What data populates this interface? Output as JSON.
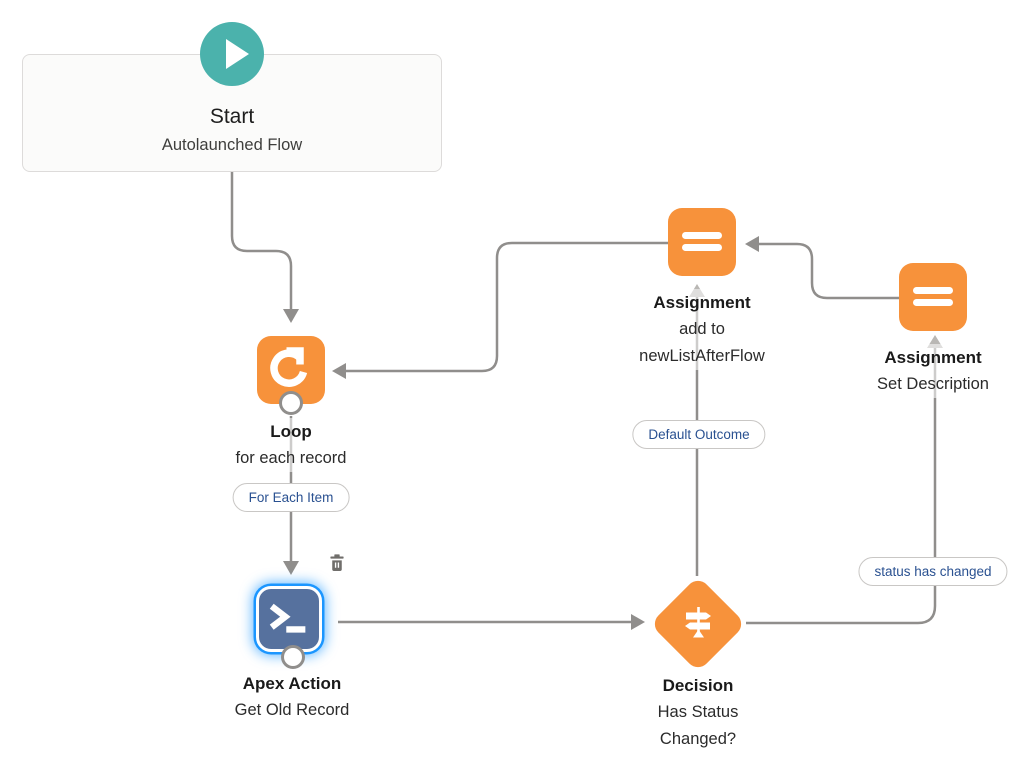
{
  "app": "Flow Builder Canvas",
  "colors": {
    "node_orange": "#F7923B",
    "start_teal": "#4BB2AC",
    "apex_slate": "#56719E",
    "selection_blue": "#1B96FF",
    "connector_gray": "#908E8C",
    "connector_light_gray": "#B9B7B4",
    "pill_text_navy": "#2A5191",
    "start_card_bg": "#FBFBFA"
  },
  "nodes": {
    "start": {
      "type_label": "Start",
      "name": "Autolaunched Flow"
    },
    "loop": {
      "type_label": "Loop",
      "name": "for each record",
      "branch_label": "For Each Item"
    },
    "apex": {
      "type_label": "Apex Action",
      "name": "Get Old Record",
      "selected": true
    },
    "decision": {
      "type_label": "Decision",
      "name": "Has Status Changed?",
      "outcomes": [
        {
          "label": "Default Outcome"
        },
        {
          "label": "status has changed"
        }
      ]
    },
    "assignment_add": {
      "type_label": "Assignment",
      "name": "add to newListAfterFlow"
    },
    "assignment_set": {
      "type_label": "Assignment",
      "name": "Set Description"
    }
  }
}
